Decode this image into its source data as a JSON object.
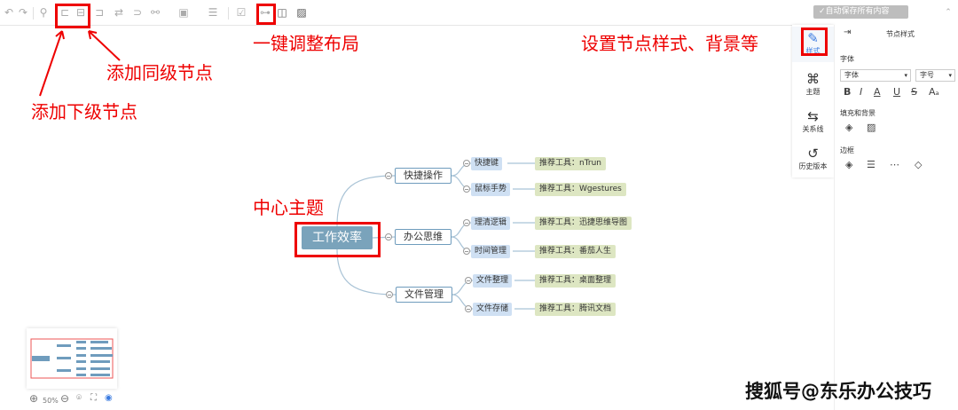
{
  "toolbar": {
    "icons": [
      "undo-icon",
      "redo-icon",
      "format-painter-icon",
      "add-child-node-icon",
      "add-sibling-node-icon",
      "add-parent-node-icon",
      "relation-icon",
      "summary-icon",
      "link-icon",
      "image-icon",
      "note-icon",
      "task-icon",
      "auto-layout-icon",
      "structure-icon",
      "theme-icon"
    ],
    "save_label": "自动保存所有内容"
  },
  "annotations": {
    "sibling": "添加同级节点",
    "child": "添加下级节点",
    "layout": "一键调整布局",
    "style": "设置节点样式、背景等",
    "center": "中心主题"
  },
  "mindmap": {
    "root": "工作效率",
    "branches": [
      {
        "label": "快捷操作",
        "children": [
          {
            "label": "快捷键",
            "tool": "推荐工具：nTrun"
          },
          {
            "label": "鼠标手势",
            "tool": "推荐工具：Wgestures"
          }
        ]
      },
      {
        "label": "办公思维",
        "children": [
          {
            "label": "理清逻辑",
            "tool": "推荐工具：迅捷思维导图"
          },
          {
            "label": "时间管理",
            "tool": "推荐工具：番茄人生"
          }
        ]
      },
      {
        "label": "文件管理",
        "children": [
          {
            "label": "文件整理",
            "tool": "推荐工具：桌面整理"
          },
          {
            "label": "文件存储",
            "tool": "推荐工具：腾讯文档"
          }
        ]
      }
    ]
  },
  "sidebar": {
    "tabs": [
      {
        "label": "样式",
        "icon": "style-icon"
      },
      {
        "label": "主题",
        "icon": "theme-icon"
      },
      {
        "label": "关系线",
        "icon": "relation-line-icon"
      },
      {
        "label": "历史版本",
        "icon": "history-icon"
      }
    ]
  },
  "panel": {
    "title": "节点样式",
    "font_section": "字体",
    "font_value": "字体",
    "size_value": "字号",
    "fill_section": "填充和背景",
    "border_section": "边框"
  },
  "zoom": {
    "level": "50%"
  },
  "watermark": "搜狐号@东乐办公技巧",
  "colors": {
    "accent": "#e00000",
    "root": "#7aa3bb",
    "level2": "#cfe0f3",
    "leaf": "#dde6c2"
  }
}
